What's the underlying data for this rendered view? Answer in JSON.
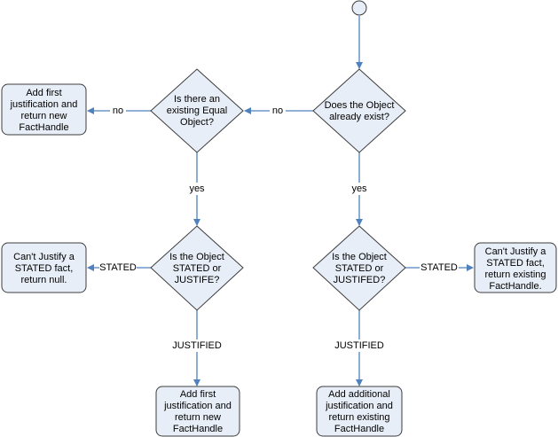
{
  "nodes": {
    "d_exist": [
      "Does the Object",
      "already exist?"
    ],
    "d_equal": [
      "Is there an",
      "existing Equal",
      "Object?"
    ],
    "d_left_state": [
      "Is the Object",
      "STATED or",
      "JUSTIFE?"
    ],
    "d_right_state": [
      "Is the Object",
      "STATED or",
      "JUSTIFED?"
    ],
    "b_add_first_top": [
      "Add first",
      "justification and",
      "return new",
      "FactHandle"
    ],
    "b_cant_left": [
      "Can't Justify a",
      "STATED fact,",
      "return null."
    ],
    "b_cant_right": [
      "Can't Justify a",
      "STATED fact,",
      "return existing",
      "FactHandle."
    ],
    "b_add_first_bottom": [
      "Add first",
      "justification and",
      "return new",
      "FactHandle"
    ],
    "b_add_additional": [
      "Add additional",
      "justification and",
      "return existing",
      "FactHandle"
    ]
  },
  "edges": {
    "no1": "no",
    "no2": "no",
    "yes1": "yes",
    "yes2": "yes",
    "stated1": "STATED",
    "stated2": "STATED",
    "justified1": "JUSTIFIED",
    "justified2": "JUSTIFIED"
  },
  "colors": {
    "edge": "#4f81bd",
    "fill": "#e8eef7",
    "stroke": "#3c3c3c"
  }
}
